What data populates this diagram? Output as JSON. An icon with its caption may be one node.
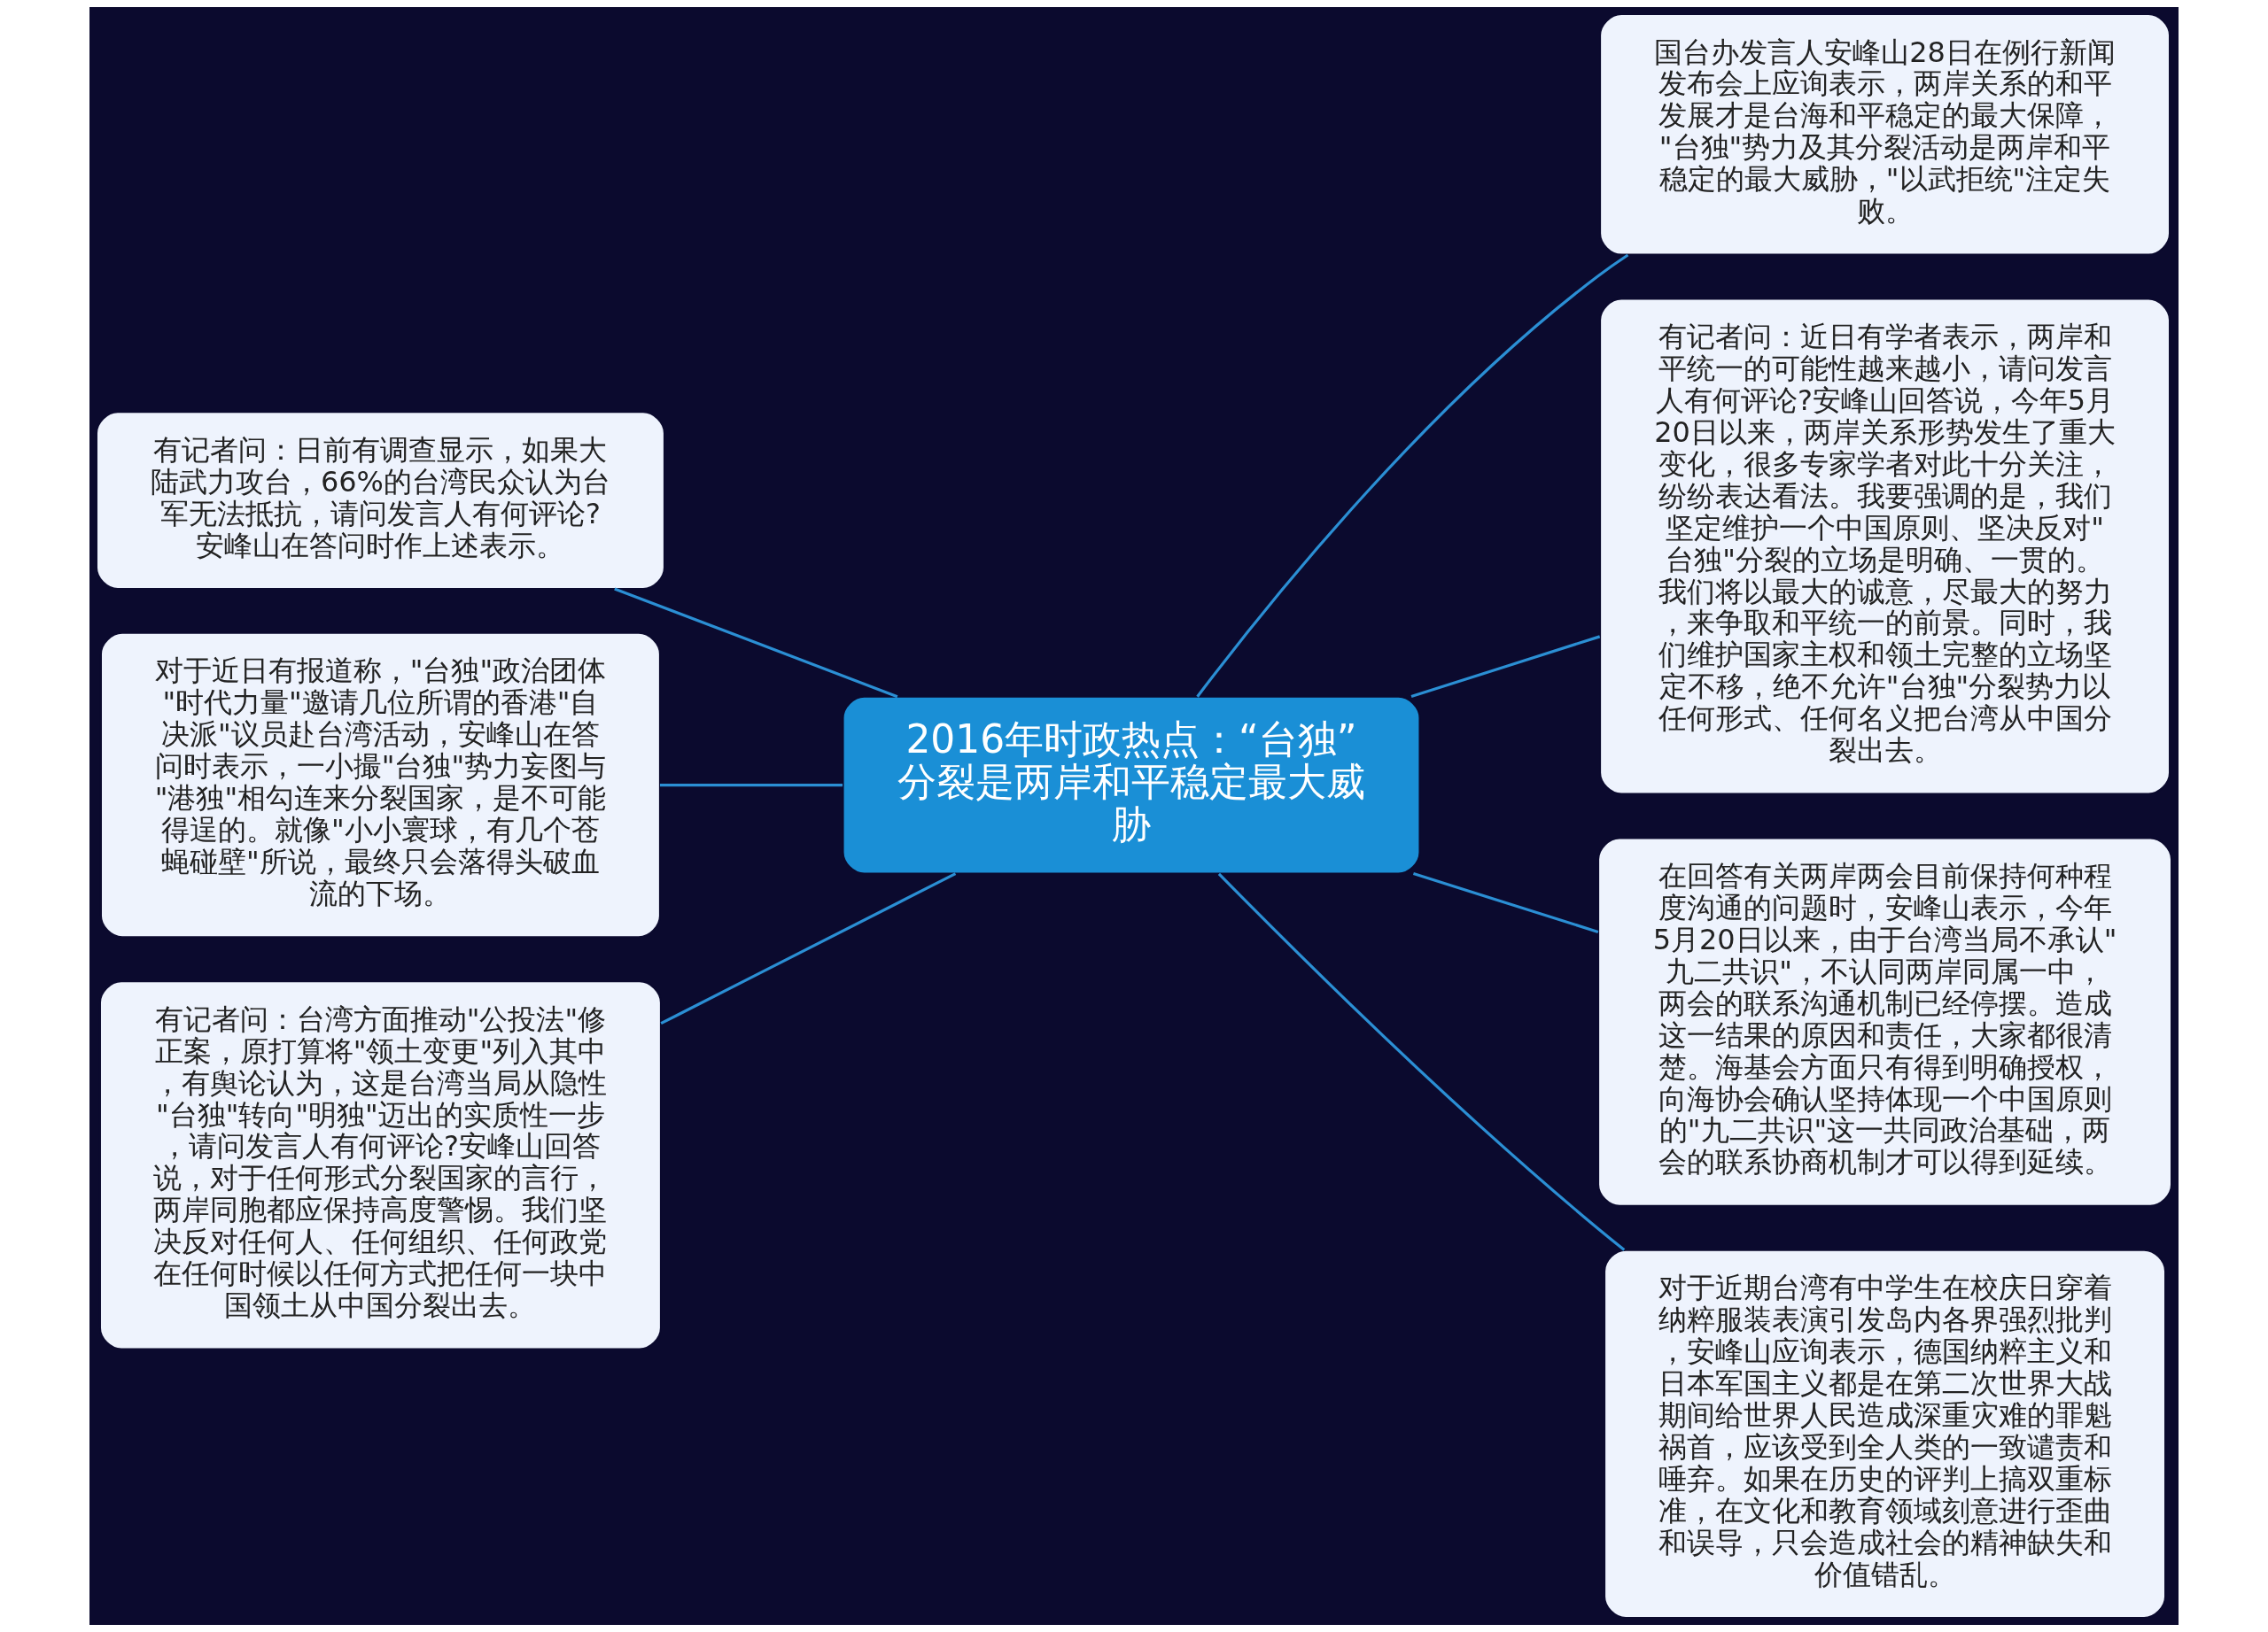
{
  "diagram": {
    "nodes": [
      {
        "text": [
          "2016年时政热点：“台独”分裂是两岸和平稳定最大威胁"
        ]
      },
      {
        "text": [
          "国台办发言人安峰山28日在例行新闻发布会上应询表示，两岸关系的和平发展才是台海和平稳定的最大保障，\"台独\"势力及其分裂活动是两岸和平稳定的最大威胁，\"以武拒统\"注定失败。"
        ]
      },
      {
        "text": [
          "有记者问：近日有学者表示，两岸和平统一的可能性越来越小，请问发言人有何评论?安峰山回答说，今年5月20日以来，两岸关系形势发生了重大变化，很多专家学者对此十分关注，纷纷表达看法。我要强调的是，我们坚定维护一个中国原则、坚决反对\"台独\"分裂的立场是明确、一贯的。我们将以最大的诚意，尽最大的努力，来争取和平统一的前景。同时，我们维护国家主权和领土完整的立场坚定不移，绝不允许\"台独\"分裂势力以任何形式、任何名义把台湾从中国分裂出去。"
        ]
      },
      {
        "text": [
          "在回答有关两岸两会目前保持何种程度沟通的问题时，安峰山表示，今年5月20日以来，由于台湾当局不承认\"九二共识\"，不认同两岸同属一中，两会的联系沟通机制已经停摆。造成这一结果的原因和责任，大家都很清楚。海基会方面只有得到明确授权，向海协会确认坚持体现一个中国原则的\"九二共识\"这一共同政治基础，两会的联系协商机制才可以得到延续。"
        ]
      },
      {
        "text": [
          "对于近期台湾有中学生在校庆日穿着纳粹服装表演引发岛内各界强烈批判，安峰山应询表示，德国纳粹主义和日本军国主义都是在第二次世界大战期间给世界人民造成深重灾难的罪魁祸首，应该受到全人类的一致谴责和唾弃。如果在历史的评判上搞双重标准，在文化和教育领域刻意进行歪曲和误导，只会造成社会的精神缺失和价值错乱。"
        ]
      },
      {
        "text": [
          "有记者问：日前有调查显示，如果大陆武力攻台，66%的台湾民众认为台军无法抵抗，请问发言人有何评论?安峰山在答问时作上述表示。"
        ]
      },
      {
        "text": [
          "对于近日有报道称，\"台独\"政治团体\"时代力量\"邀请几位所谓的香港\"自决派\"议员赴台湾活动，安峰山在答问时表示，一小撮\"台独\"势力妄图与\"港独\"相勾连来分裂国家，是不可能得逞的。就像\"小小寰球，有几个苍蝇碰壁\"所说，最终只会落得头破血流的下场。"
        ]
      },
      {
        "text": [
          "有记者问：台湾方面推动\"公投法\"修正案，原打算将\"领土变更\"列入其中，有舆论认为，这是台湾当局从隐性\"台独\"转向\"明独\"迈出的实质性一步，请问发言人有何评论?安峰山回答说，对于任何形式分裂国家的言行，两岸同胞都应保持高度警惕。我们坚决反对任何人、任何组织、任何政党在任何时候以任何方式把任何一块中国领土从中国分裂出去。"
        ]
      }
    ],
    "edges": [
      {
        "from": 0,
        "to": 1,
        "arrow": "none"
      },
      {
        "from": 0,
        "to": 2,
        "arrow": "none"
      },
      {
        "from": 0,
        "to": 3,
        "arrow": "none"
      },
      {
        "from": 0,
        "to": 4,
        "arrow": "none"
      },
      {
        "from": 5,
        "to": 0,
        "arrow": "none"
      },
      {
        "from": 6,
        "to": 0,
        "arrow": "none"
      },
      {
        "from": 7,
        "to": 0,
        "arrow": "none"
      }
    ]
  }
}
